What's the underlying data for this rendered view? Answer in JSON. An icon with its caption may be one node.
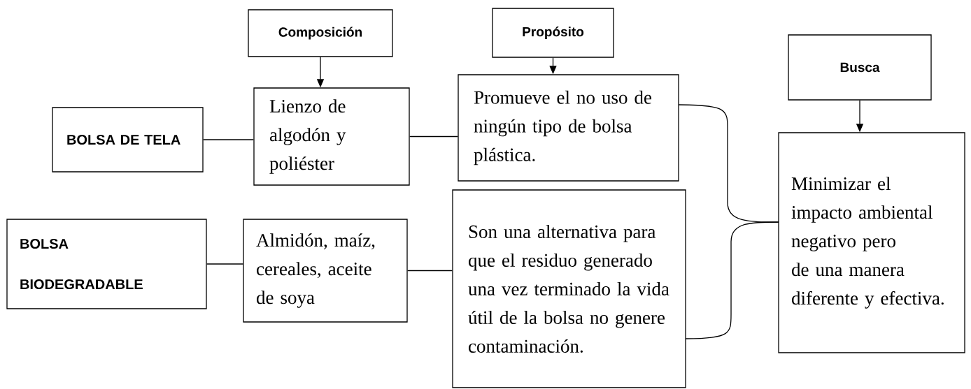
{
  "diagram": {
    "nodes": [
      {
        "text": [
          "Composición"
        ]
      },
      {
        "text": [
          "Propósito"
        ]
      },
      {
        "text": [
          "Busca"
        ]
      },
      {
        "text": [
          "BOLSA DE TELA"
        ]
      },
      {
        "text": [
          "Lienzo de algodón y poliéster"
        ]
      },
      {
        "text": [
          "Promueve el no uso de ningún tipo de bolsa plástica."
        ]
      },
      {
        "text": [
          "BOLSA BIODEGRADABLE"
        ]
      },
      {
        "text": [
          "Almidón, maíz, cereales, aceite de soya"
        ]
      },
      {
        "text": [
          "Son una alternativa para que el residuo generado una vez terminado la vida útil de la bolsa no genere contaminación."
        ]
      },
      {
        "text": [
          "Minimizar el impacto ambiental negativo pero de una manera diferente y efectiva."
        ]
      }
    ],
    "edges": [
      {
        "from": 0,
        "to": 4,
        "arrow": "to"
      },
      {
        "from": 1,
        "to": 5,
        "arrow": "to"
      },
      {
        "from": 2,
        "to": 9,
        "arrow": "to"
      },
      {
        "from": 3,
        "to": 4,
        "arrow": "none"
      },
      {
        "from": 4,
        "to": 5,
        "arrow": "none"
      },
      {
        "from": 6,
        "to": 7,
        "arrow": "none"
      },
      {
        "from": 7,
        "to": 8,
        "arrow": "none"
      },
      {
        "from": 5,
        "to": 9,
        "arrow": "none"
      },
      {
        "from": 8,
        "to": 9,
        "arrow": "none"
      }
    ]
  }
}
